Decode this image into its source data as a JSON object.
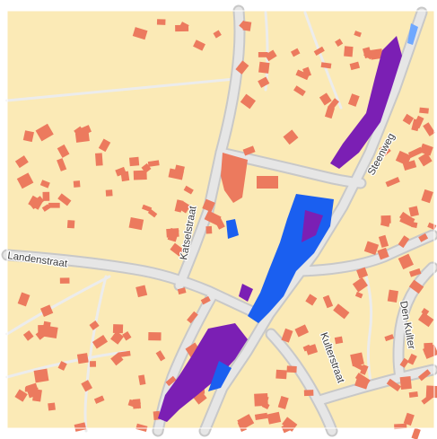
{
  "map": {
    "streets": [
      {
        "id": "steenweg",
        "label": "Steenweg"
      },
      {
        "id": "katselstraat",
        "label": "Katselstraat"
      },
      {
        "id": "landenstraat",
        "label": "Landenstraat"
      },
      {
        "id": "kulterstraat",
        "label": "Kulterstraat"
      },
      {
        "id": "den-kulter",
        "label": "Den Kulter"
      }
    ],
    "colors": {
      "land": "#fbeab6",
      "road_fill": "#e6e6e6",
      "road_casing": "#c8c8c8",
      "minor_road": "#ececec",
      "building": "#ec7a5e",
      "flood_deep": "#7b1fb4",
      "flood_medium": "#1a5ff0",
      "flood_light": "#6fa8ff",
      "frame": "#ffffff"
    }
  }
}
